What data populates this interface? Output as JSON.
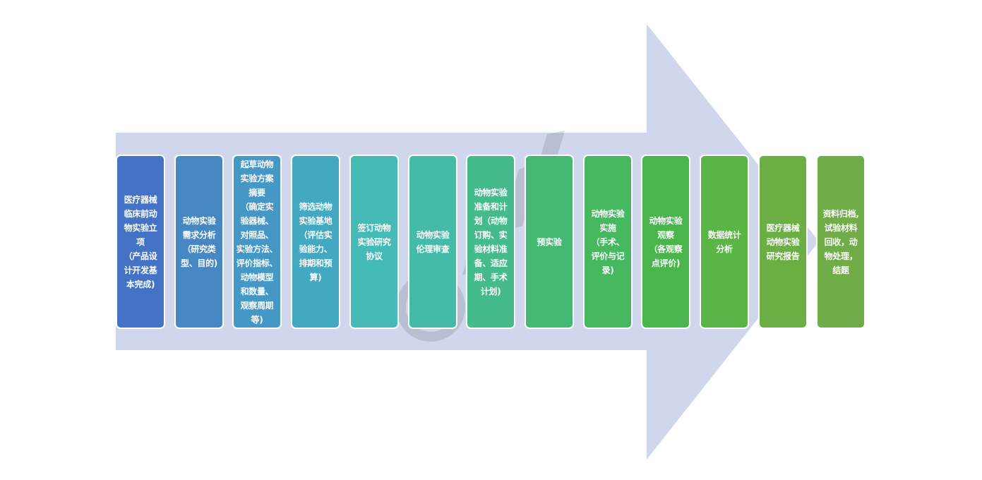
{
  "colors": {
    "arrow": "#d0d6ec",
    "step_fills": [
      "#4472c4",
      "#4788c4",
      "#4597c6",
      "#43a8c2",
      "#44bbb6",
      "#44bba8",
      "#45bb8c",
      "#45b973",
      "#46b860",
      "#49b54c",
      "#5ab446",
      "#6aae44",
      "#70ac47"
    ]
  },
  "steps": [
    {
      "label": "医疗器械\n临床前动\n物实验立\n项\n（产品设\n计开发基\n本完成)"
    },
    {
      "label": "动物实验\n需求分析\n（研究类\n型、目的)"
    },
    {
      "label": "起草动物\n实验方案\n摘要\n（确定实\n验器械、\n对照品、\n实验方法、\n评价指标、\n动物模型\n和数量、\n观察周期\n等)"
    },
    {
      "label": "筛选动物\n实验基地\n（评估实\n验能力、\n排期和预\n算)"
    },
    {
      "label": "签订动物\n实验研究\n协议"
    },
    {
      "label": "动物实验\n伦理审查"
    },
    {
      "label": "动物实验\n准备和计\n划（动物\n订购、实\n验材料准\n备、适应\n期、手术\n计划)"
    },
    {
      "label": "预实验"
    },
    {
      "label": "动物实验\n实施\n（手术、\n评价与记\n录)"
    },
    {
      "label": "动物实验\n观察\n（各观察\n点评价)"
    },
    {
      "label": "数据统计\n分析"
    },
    {
      "label": "医疗器械\n动物实验\n研究报告"
    },
    {
      "label": "资料归档,\n试验材料\n回收，动\n物处理，\n结题"
    }
  ]
}
